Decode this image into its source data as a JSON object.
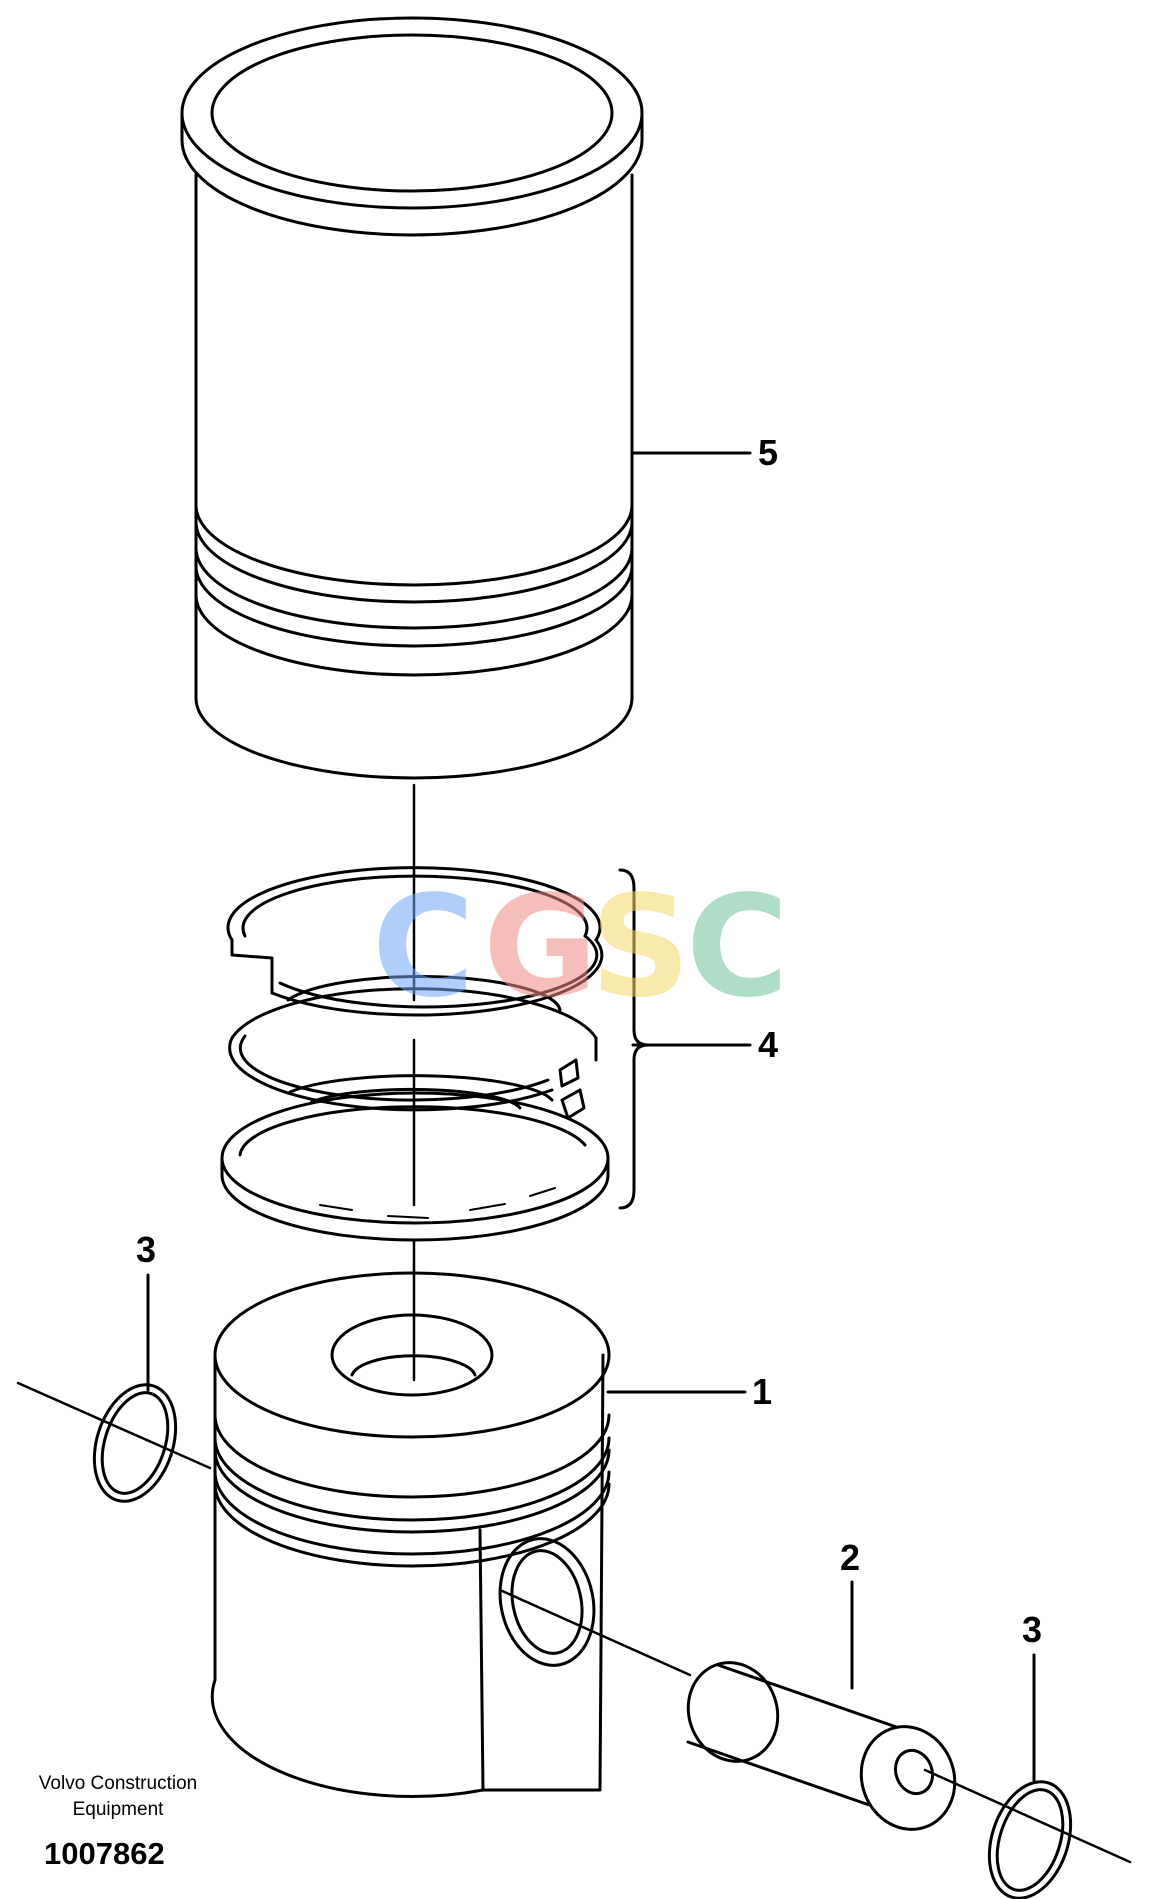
{
  "callouts": {
    "c1": "1",
    "c2": "2",
    "c3a": "3",
    "c3b": "3",
    "c4": "4",
    "c5": "5"
  },
  "footer": {
    "brand_line1": "Volvo Construction",
    "brand_line2": "Equipment",
    "drawing_number": "1007862"
  },
  "watermark": {
    "letters": [
      "C",
      "G",
      "S",
      "C"
    ],
    "colors": [
      "#6ea8f7",
      "#f08a84",
      "#f7d86a",
      "#6fc39a"
    ]
  },
  "colors": {
    "line": "#000000",
    "background": "#ffffff"
  }
}
